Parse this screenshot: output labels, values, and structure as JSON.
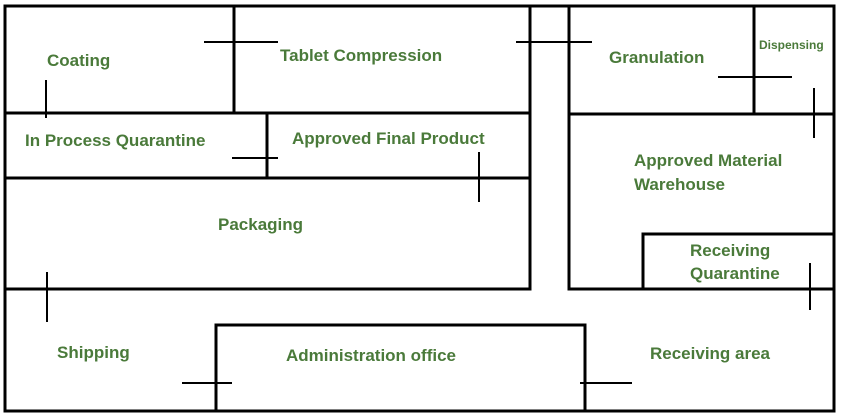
{
  "colors": {
    "label": "#4a7a3a",
    "wall": "#000000",
    "background": "#ffffff"
  },
  "rooms": {
    "coating": "Coating",
    "tablet_compression": "Tablet Compression",
    "granulation": "Granulation",
    "dispensing": "Dispensing",
    "in_process_quarantine": "In Process Quarantine",
    "approved_final_product": "Approved Final Product",
    "approved_material_warehouse_line1": "Approved Material",
    "approved_material_warehouse_line2": "Warehouse",
    "packaging": "Packaging",
    "receiving_quarantine_line1": "Receiving",
    "receiving_quarantine_line2": "Quarantine",
    "shipping": "Shipping",
    "administration_office": "Administration office",
    "receiving_area": "Receiving area"
  }
}
